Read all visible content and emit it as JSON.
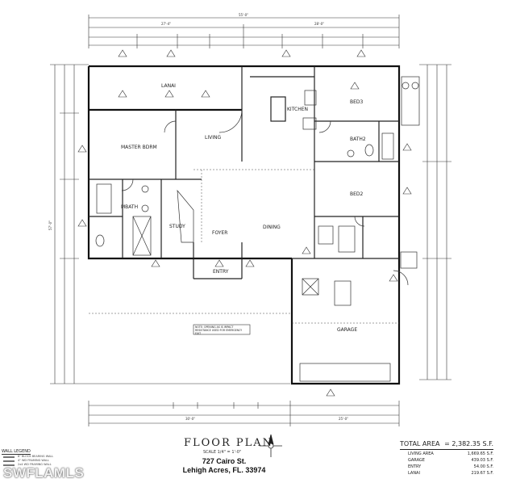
{
  "rooms": {
    "lanai": "LANAI",
    "master": "MASTER BDRM",
    "living": "LIVING",
    "kitchen": "KITCHEN",
    "bed3": "BED3",
    "bath2": "BATH2",
    "bed2": "BED2",
    "mbath": "MBATH",
    "study": "STUDY",
    "foyer": "FOYER",
    "dining": "DINING",
    "entry": "ENTRY",
    "garage": "GARAGE"
  },
  "title": {
    "heading": "FLOOR PLAN",
    "scale": "SCALE 1/4\" = 1'-0\""
  },
  "address": {
    "line1": "727 Cairo St.",
    "line2": "Lehigh Acres, FL. 33974"
  },
  "areas": {
    "total_label": "TOTAL AREA",
    "total_value": "= 2,382.35 S.F.",
    "rows": [
      {
        "label": "LIVING AREA",
        "value": "1,669.65 S.F."
      },
      {
        "label": "GARAGE",
        "value": "439.03 S.F."
      },
      {
        "label": "ENTRY",
        "value": "54.00 S.F."
      },
      {
        "label": "LANAI",
        "value": "219.67 S.F."
      }
    ]
  },
  "legend": {
    "title": "WALL LEGEND",
    "items": [
      "8\" BLOCK BEARING WALL",
      "4\" WD FRAMING WALL",
      "2x4 WD FRAMING WALL"
    ]
  },
  "watermark": "SWFLAMLS",
  "notes": {
    "window_note": "NOTE: OPENING AS IS IMPACT RESISTANCE USED FOR EMERGENCY EXIT"
  },
  "dimensions": {
    "overall": "55'-0\"",
    "left_half": "27'-4\"",
    "right_half": "28'-0\"",
    "bottom_left": "30'-0\"",
    "bottom_right": "25'-0\"",
    "depth": "57'-0\""
  }
}
